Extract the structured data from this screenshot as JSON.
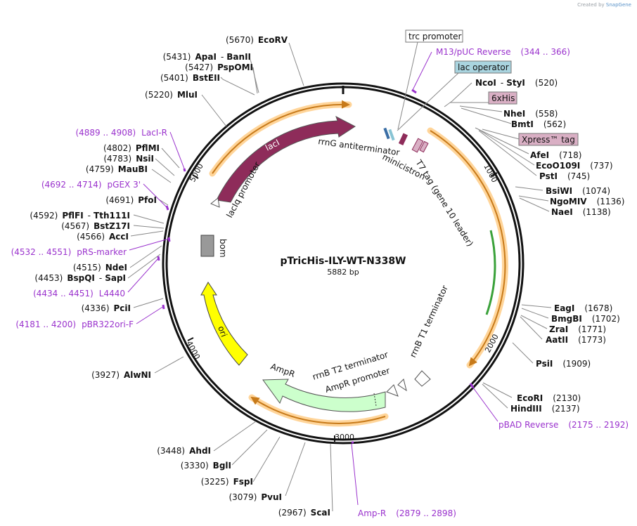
{
  "credit": {
    "prefix": "Created by",
    "brand": "SnapGene"
  },
  "plasmid": {
    "name": "pTricHis-ILY-WT-N338W",
    "length": "5882 bp"
  },
  "ruler_ticks": [
    "1000",
    "2000",
    "3000",
    "4000",
    "5000"
  ],
  "enzymes": [
    {
      "name": "EcoRV",
      "pos": "(5670)"
    },
    {
      "name": "ApaI",
      "name2": "BanII",
      "pos": "(5431)"
    },
    {
      "name": "PspOMI",
      "pos": "(5427)"
    },
    {
      "name": "BstEII",
      "pos": "(5401)"
    },
    {
      "name": "MluI",
      "pos": "(5220)"
    },
    {
      "name": "PflMI",
      "pos": "(4802)"
    },
    {
      "name": "NsiI",
      "pos": "(4783)"
    },
    {
      "name": "MauBI",
      "pos": "(4759)"
    },
    {
      "name": "PfoI",
      "pos": "(4691)"
    },
    {
      "name": "PflFI",
      "name2": "Tth111I",
      "pos": "(4592)"
    },
    {
      "name": "BstZ17I",
      "pos": "(4567)"
    },
    {
      "name": "AccI",
      "pos": "(4566)"
    },
    {
      "name": "NdeI",
      "pos": "(4515)"
    },
    {
      "name": "BspQI",
      "name2": "SapI",
      "pos": "(4453)"
    },
    {
      "name": "PciI",
      "pos": "(4336)"
    },
    {
      "name": "AlwNI",
      "pos": "(3927)"
    },
    {
      "name": "AhdI",
      "pos": "(3448)"
    },
    {
      "name": "BglI",
      "pos": "(3330)"
    },
    {
      "name": "FspI",
      "pos": "(3225)"
    },
    {
      "name": "PvuI",
      "pos": "(3079)"
    },
    {
      "name": "ScaI",
      "pos": "(2967)"
    },
    {
      "name": "NcoI",
      "name2": "StyI",
      "pos": "(520)"
    },
    {
      "name": "NheI",
      "pos": "(558)"
    },
    {
      "name": "BmtI",
      "pos": "(562)"
    },
    {
      "name": "AfeI",
      "pos": "(718)"
    },
    {
      "name": "EcoO109I",
      "pos": "(737)"
    },
    {
      "name": "PstI",
      "pos": "(745)"
    },
    {
      "name": "BsiWI",
      "pos": "(1074)"
    },
    {
      "name": "NgoMIV",
      "pos": "(1136)"
    },
    {
      "name": "NaeI",
      "pos": "(1138)"
    },
    {
      "name": "EagI",
      "pos": "(1678)"
    },
    {
      "name": "BmgBI",
      "pos": "(1702)"
    },
    {
      "name": "ZraI",
      "pos": "(1771)"
    },
    {
      "name": "AatII",
      "pos": "(1773)"
    },
    {
      "name": "PsiI",
      "pos": "(1909)"
    },
    {
      "name": "EcoRI",
      "pos": "(2130)"
    },
    {
      "name": "HindIII",
      "pos": "(2137)"
    }
  ],
  "primers": [
    {
      "name": "M13/pUC Reverse",
      "range": "(344 .. 366)"
    },
    {
      "name": "LacI-R",
      "range": "(4889 .. 4908)"
    },
    {
      "name": "pGEX 3'",
      "range": "(4692 .. 4714)"
    },
    {
      "name": "pRS-marker",
      "range": "(4532 .. 4551)"
    },
    {
      "name": "L4440",
      "range": "(4434 .. 4451)"
    },
    {
      "name": "pBR322ori-F",
      "range": "(4181 .. 4200)"
    },
    {
      "name": "pBAD Reverse",
      "range": "(2175 .. 2192)"
    },
    {
      "name": "Amp-R",
      "range": "(2879 .. 2898)"
    }
  ],
  "boxed_features": [
    {
      "name": "trc promoter",
      "fill": "#ffffff"
    },
    {
      "name": "lac operator",
      "fill": "#a9d4df"
    },
    {
      "name": "6xHis",
      "fill": "#d9afc4"
    },
    {
      "name": "Xpress™ tag",
      "fill": "#d9afc4"
    }
  ],
  "inner_features": {
    "lacI": "lacI",
    "lacIq_promoter": "lacIq promoter",
    "rrnG": "rrnG antiterminator",
    "minicistron": "minicistron",
    "t7tag": "T7 tag (gene 10 leader)",
    "rrnB_T1": "rrnB T1 terminator",
    "rrnB_T2": "rrnB T2 terminator",
    "ampR_promoter": "AmpR promoter",
    "ampR": "AmpR",
    "ori": "ori",
    "bom": "bom"
  },
  "colors": {
    "lacI": "#8e2c5a",
    "ori": "#ffff00",
    "ampR": "#ccffcc",
    "bom": "#999999",
    "orf": "#ffd59a",
    "orf_line": "#c77a1a",
    "primer": "#9a32cd",
    "insert_arrow": "#3aa13a"
  }
}
